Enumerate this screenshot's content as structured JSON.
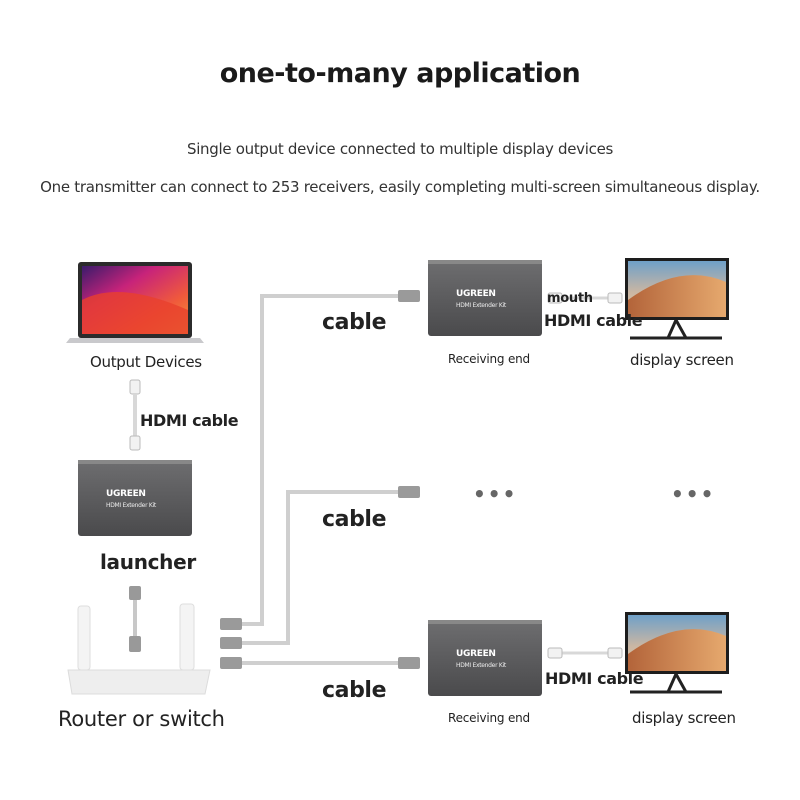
{
  "title": "one-to-many application",
  "subtitle": "Single output device connected to multiple display devices",
  "description": "One transmitter can connect to 253 receivers, easily completing multi-screen simultaneous display.",
  "source": {
    "output_label": "Output Devices",
    "hdmi_label": "HDMI cable",
    "launcher_label": "launcher",
    "router_label": "Router or switch",
    "brand": "UGREEN",
    "device_text": "HDMI Extender Kit"
  },
  "receivers": [
    {
      "cable_label": "cable",
      "receiver_label": "Receiving end",
      "mouth_label": "mouth",
      "hdmi_label": "HDMI cable",
      "display_label": "display screen"
    },
    {
      "cable_label": "cable",
      "placeholder_1": "•••",
      "placeholder_2": "•••"
    },
    {
      "cable_label": "cable",
      "receiver_label": "Receiving end",
      "hdmi_label": "HDMI cable",
      "display_label": "display screen"
    }
  ]
}
